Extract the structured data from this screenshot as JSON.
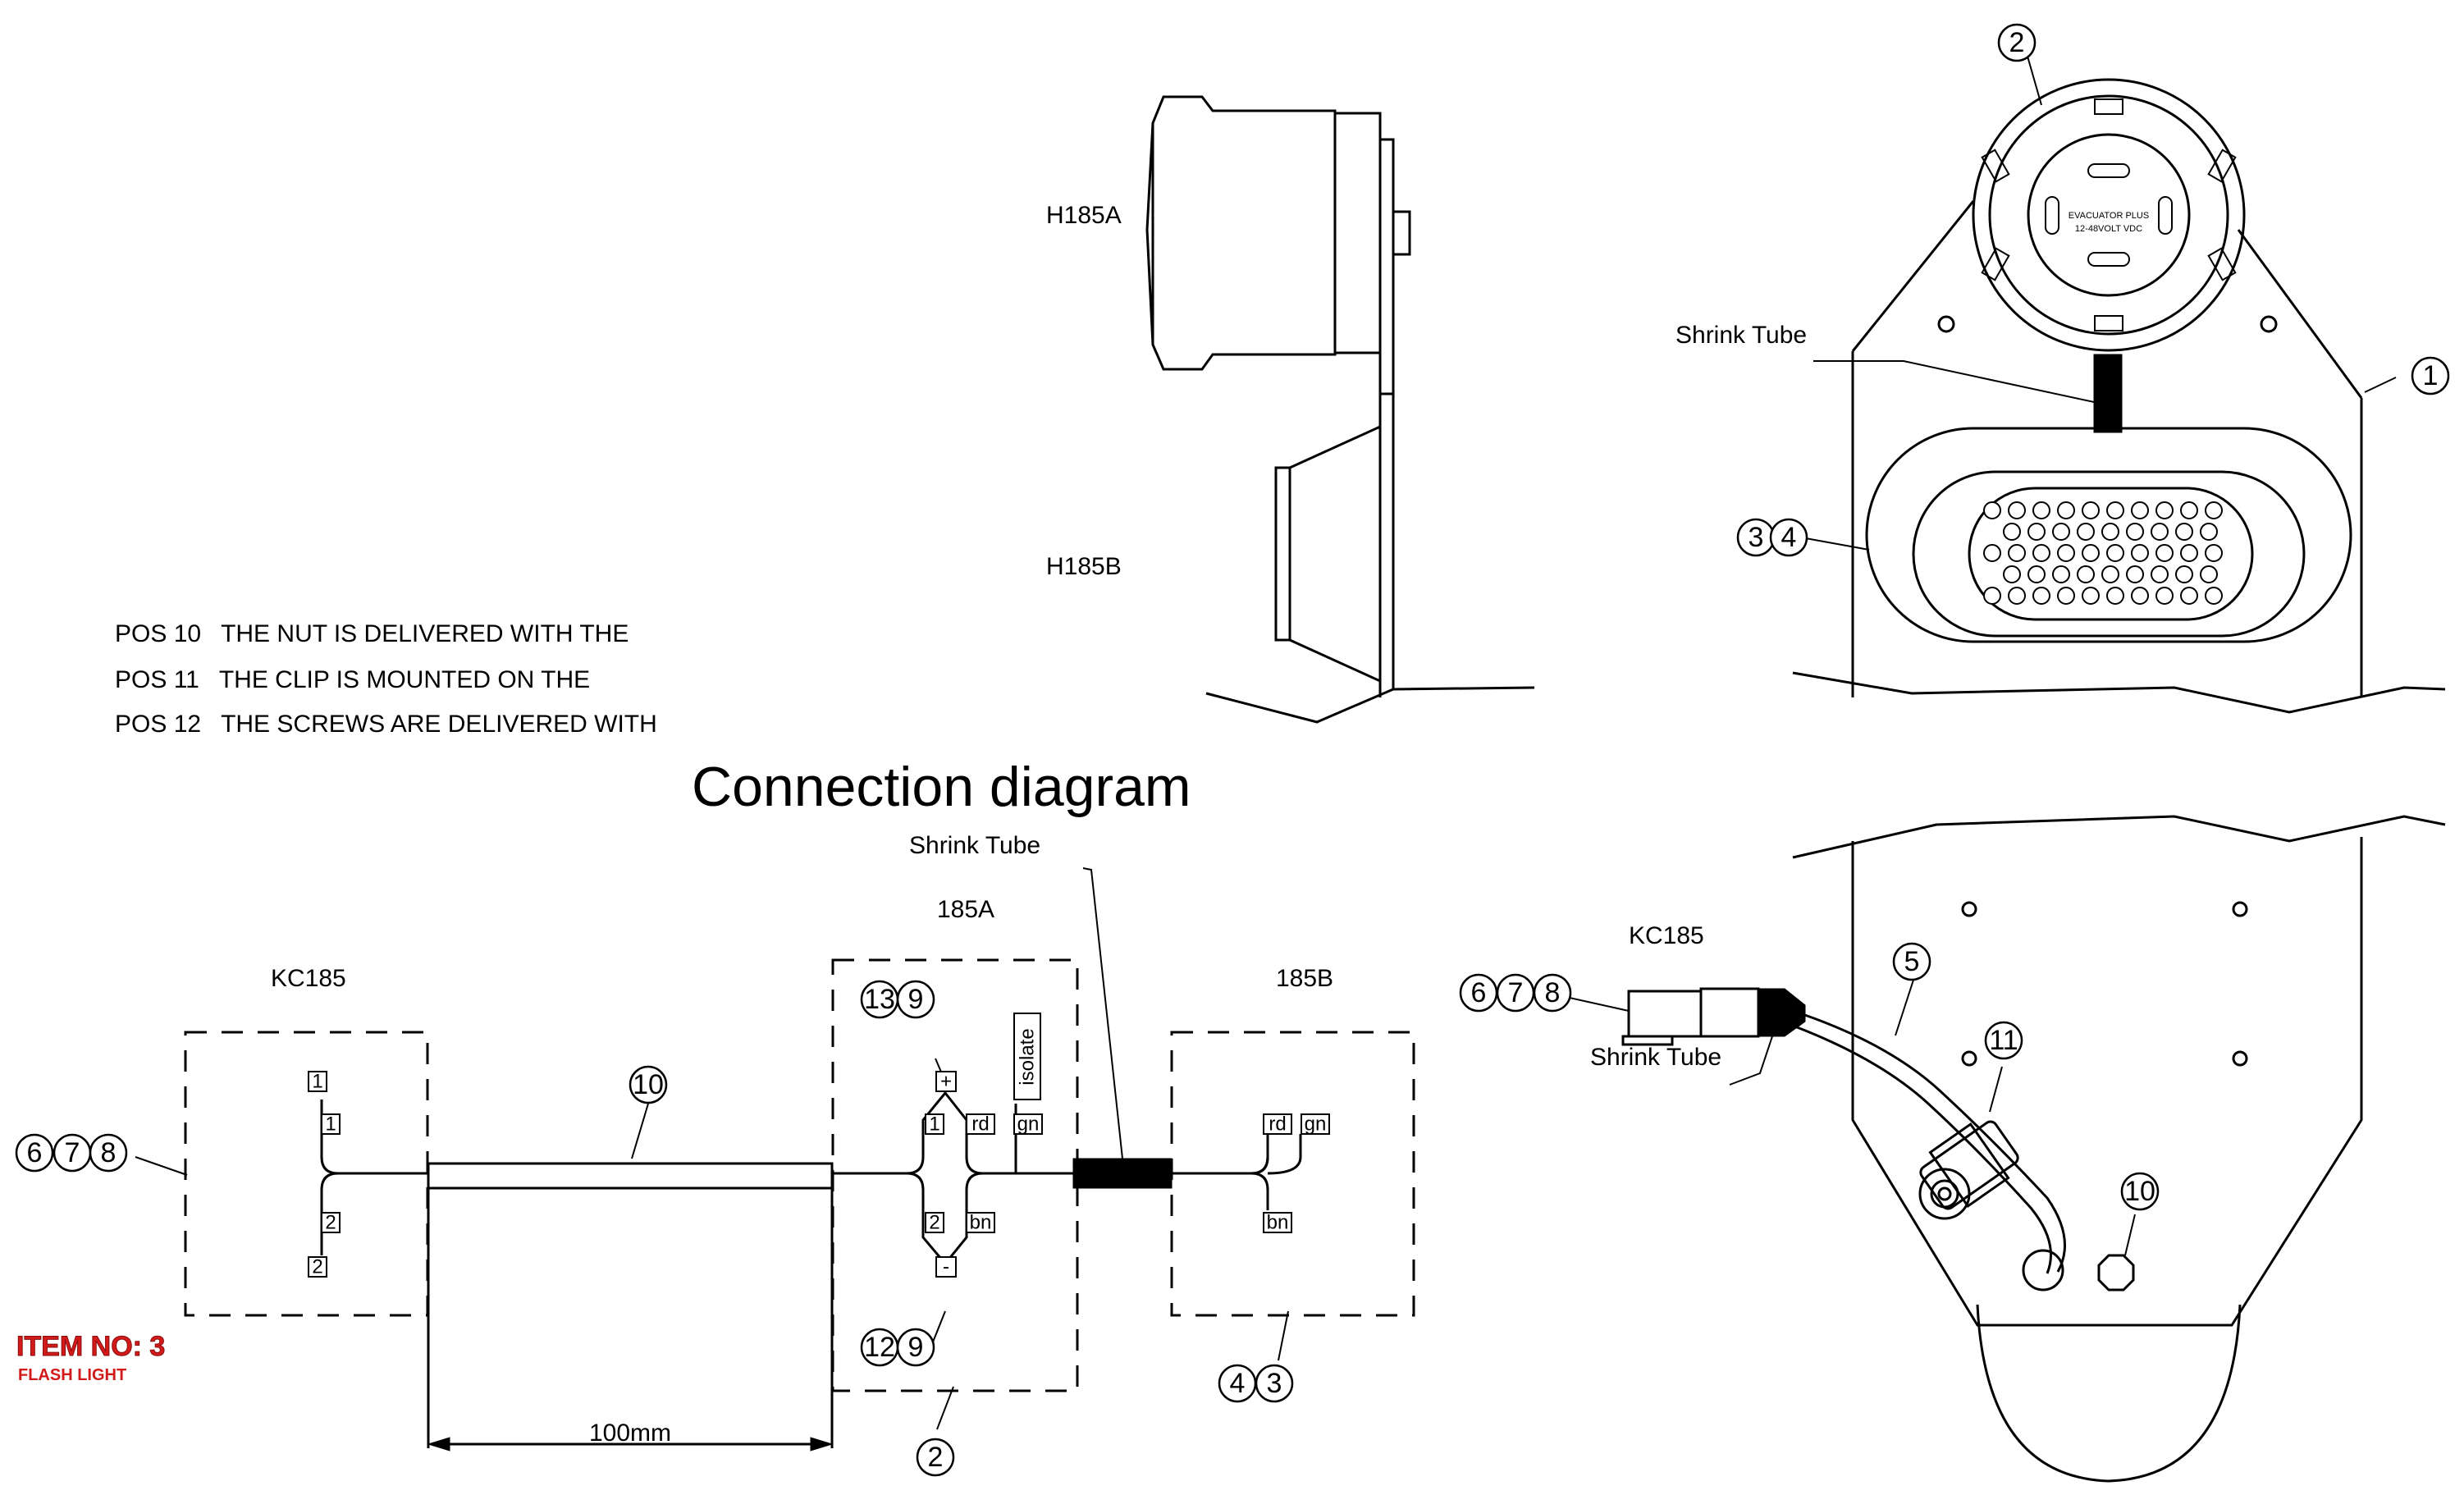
{
  "labels": {
    "h185a": "H185A",
    "h185b": "H185B",
    "shrink_tube_top": "Shrink Tube",
    "shrink_tube_mid": "Shrink Tube",
    "shrink_tube_bottom": "Shrink Tube",
    "title": "Connection diagram",
    "label_185a": "185A",
    "label_185b": "185B",
    "kc185_left": "KC185",
    "kc185_right": "KC185",
    "dimension": "100mm",
    "isolate": "isolate",
    "lamp_text_1": "EVACUATOR PLUS",
    "lamp_text_2": "12-48VOLT VDC"
  },
  "notes": [
    {
      "pos": "POS 10",
      "text": "THE NUT IS DELIVERED WITH THE"
    },
    {
      "pos": "POS 11",
      "text": "THE CLIP IS MOUNTED ON THE"
    },
    {
      "pos": "POS 12",
      "text": "THE SCREWS ARE DELIVERED WITH"
    }
  ],
  "bubbles": [
    "1",
    "2",
    "3",
    "4",
    "5",
    "6",
    "7",
    "8",
    "9",
    "10",
    "11",
    "12",
    "13"
  ],
  "terminals": {
    "pin1": "1",
    "pin2": "2",
    "plus": "+",
    "minus": "-",
    "rd": "rd",
    "gn": "gn",
    "bn": "bn"
  },
  "item": {
    "title": "ITEM NO: 3",
    "subtitle": "FLASH LIGHT"
  }
}
